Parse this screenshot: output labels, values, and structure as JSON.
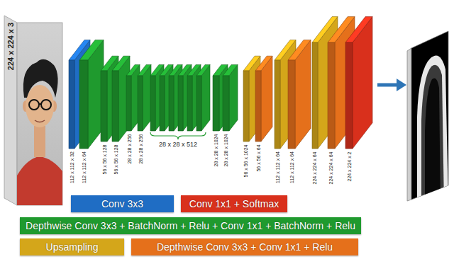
{
  "diagram": {
    "labels": [
      "224 x 224 x 3",
      "112 x 112 x 32",
      "112 x 112 x 64",
      "56 x 56 x 128",
      "56 x 56 x 128",
      "28 x 28 x 256",
      "28 x 28 x 256",
      "28 x 28 x 512",
      "28 x 28 x 1024",
      "28 x 28 x 1024",
      "56 x 56 x 1024",
      "56 x 56 x 64",
      "112 x 112 x 64",
      "112 x 112 x 64",
      "224 x 224 x 64",
      "224 x 224 x 64",
      "224 x 224 x 2"
    ],
    "legend": [
      {
        "text": "Conv 3x3",
        "color": "#1f6dc4"
      },
      {
        "text": "Conv 1x1 + Softmax",
        "color": "#d9301c"
      },
      {
        "text": "Depthwise Conv 3x3 + BatchNorm + Relu + Conv 1x1 + BatchNorm + Relu",
        "color": "#1f9a2e"
      },
      {
        "text": "Upsampling",
        "color": "#d4a61a"
      },
      {
        "text": "Depthwise Conv 3x3 + Conv 1x1 + Relu",
        "color": "#e5701b"
      }
    ]
  }
}
